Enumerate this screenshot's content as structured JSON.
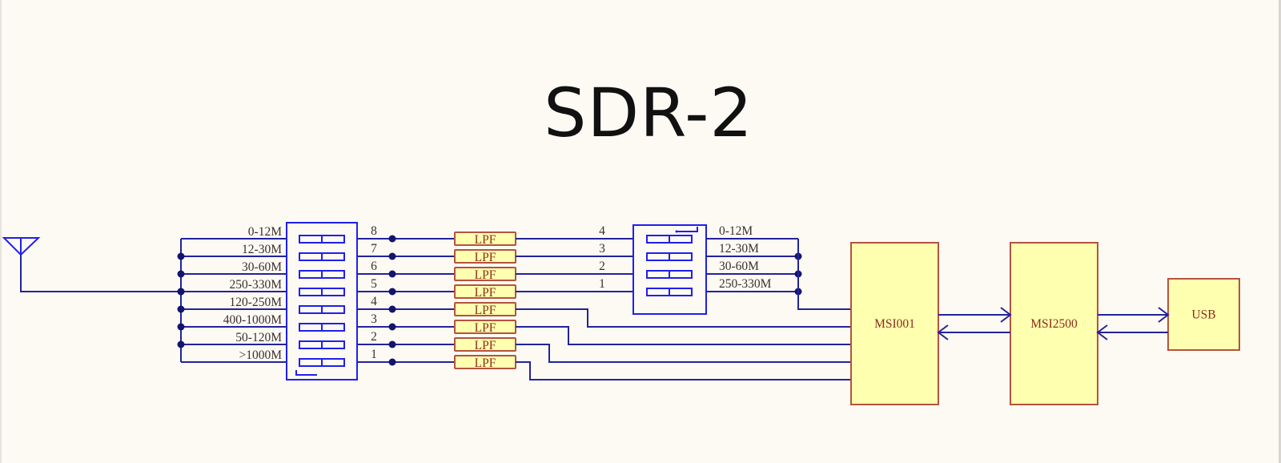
{
  "title": "SDR-2",
  "colors": {
    "background": "#fdfaf4",
    "wire": "#23239a",
    "component_outline": "#1f1ff0",
    "block_fill": "#ffffb0",
    "block_border": "#b5533c",
    "block_text": "#8b2d1a",
    "label_text": "#3a2f2f"
  },
  "antenna": {
    "icon": "antenna-icon"
  },
  "input_switch": {
    "bands": [
      "0-12M",
      "12-30M",
      "30-60M",
      "250-330M",
      "120-250M",
      "400-1000M",
      "50-120M",
      ">1000M"
    ],
    "output_pins": [
      "8",
      "7",
      "6",
      "5",
      "4",
      "3",
      "2",
      "1"
    ]
  },
  "filters": {
    "label": "LPF",
    "count": 8
  },
  "output_switch": {
    "input_pins": [
      "4",
      "3",
      "2",
      "1"
    ],
    "bands": [
      "0-12M",
      "12-30M",
      "30-60M",
      "250-330M"
    ]
  },
  "blocks": {
    "tuner": "MSI001",
    "adc": "MSI2500",
    "usb": "USB"
  }
}
